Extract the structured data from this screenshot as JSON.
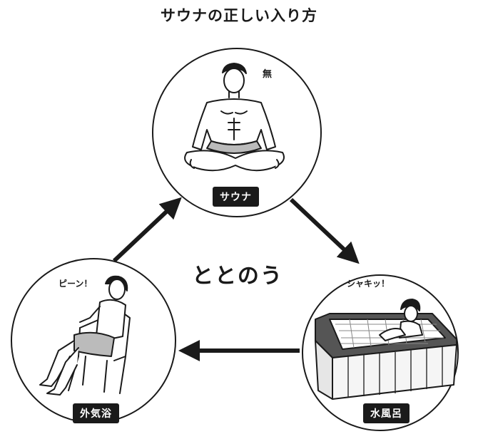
{
  "title": "サウナの正しい入り方",
  "center_label": "ととのう",
  "stages": {
    "sauna": {
      "label": "サウナ",
      "note": "無",
      "illustration": "meditating-man"
    },
    "cold_bath": {
      "label": "水風呂",
      "note": "シャキッ！",
      "illustration": "man-in-cold-bath"
    },
    "outdoor_rest": {
      "label": "外気浴",
      "note": "ピーン！",
      "illustration": "man-resting-in-chair"
    }
  },
  "flow": [
    "サウナ",
    "水風呂",
    "外気浴"
  ],
  "colors": {
    "ink": "#1a1a1a",
    "background": "#ffffff"
  }
}
